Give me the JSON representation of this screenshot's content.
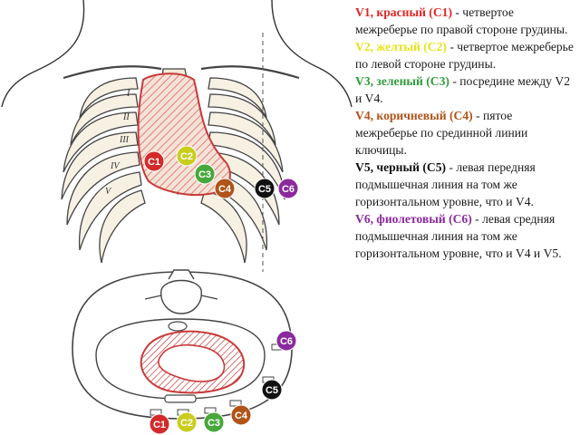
{
  "colors": {
    "c1": "#d42a2a",
    "c2": "#c9cd1e",
    "c3": "#46a83a",
    "c4": "#b0541a",
    "c5": "#111111",
    "c6": "#8a2a9c",
    "heart": "#d63b3b",
    "hatch_bg": "#f3ddd2",
    "line": "#3a3a3a"
  },
  "electrodes": {
    "c1": "C1",
    "c2": "C2",
    "c3": "C3",
    "c4": "C4",
    "c5": "C5",
    "c6": "C6"
  },
  "ribs": {
    "r2": "II",
    "r3": "III",
    "r4": "IV",
    "r5": "V",
    "r1": "I"
  },
  "legend": [
    {
      "label": "V1, красный (C1)",
      "text": " - четвертое межреберье по правой стороне грудины.",
      "color": "#e02626"
    },
    {
      "label": "V2, желтый (C2)",
      "text": " - четвертое межреберье по левой стороне грудины.",
      "color": "#e8e21a"
    },
    {
      "label": "V3, зеленый (C3)",
      "text": " - посредине между V2 и V4.",
      "color": "#2f9c3c"
    },
    {
      "label": "V4, коричневый (C4)",
      "text": " - пятое межреберье по срединной линии ключицы.",
      "color": "#b0541a"
    },
    {
      "label": "V5, черный (C5)",
      "text": " - левая передняя подмышечная линия на том же горизонтальном уровне, что и V4.",
      "color": "#111111"
    },
    {
      "label": "V6, фиолетовый (C6)",
      "text": " - левая средняя подмышечная линия на том же горизонтальном уровне, что и V4 и V5.",
      "color": "#8a2a9c"
    }
  ]
}
